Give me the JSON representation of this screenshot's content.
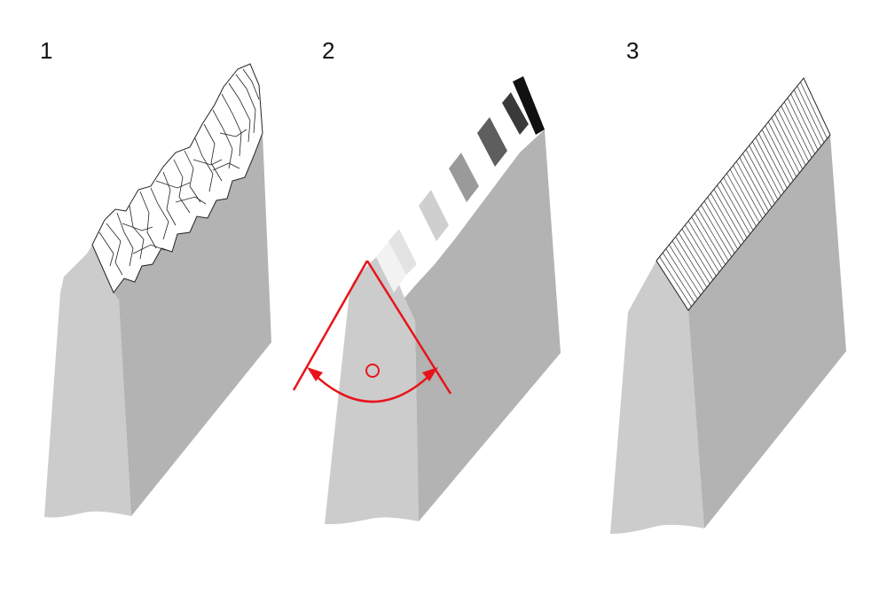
{
  "panels": [
    {
      "number": "1",
      "edge_state": "rough"
    },
    {
      "number": "2",
      "edge_state": "stepped"
    },
    {
      "number": "3",
      "edge_state": "smooth"
    }
  ],
  "colors": {
    "front_face": "#cccccc",
    "side_face": "#b3b3b3",
    "bevel_face": "#ffffff",
    "line": "#222222",
    "angle_marker": "#e8141b"
  }
}
